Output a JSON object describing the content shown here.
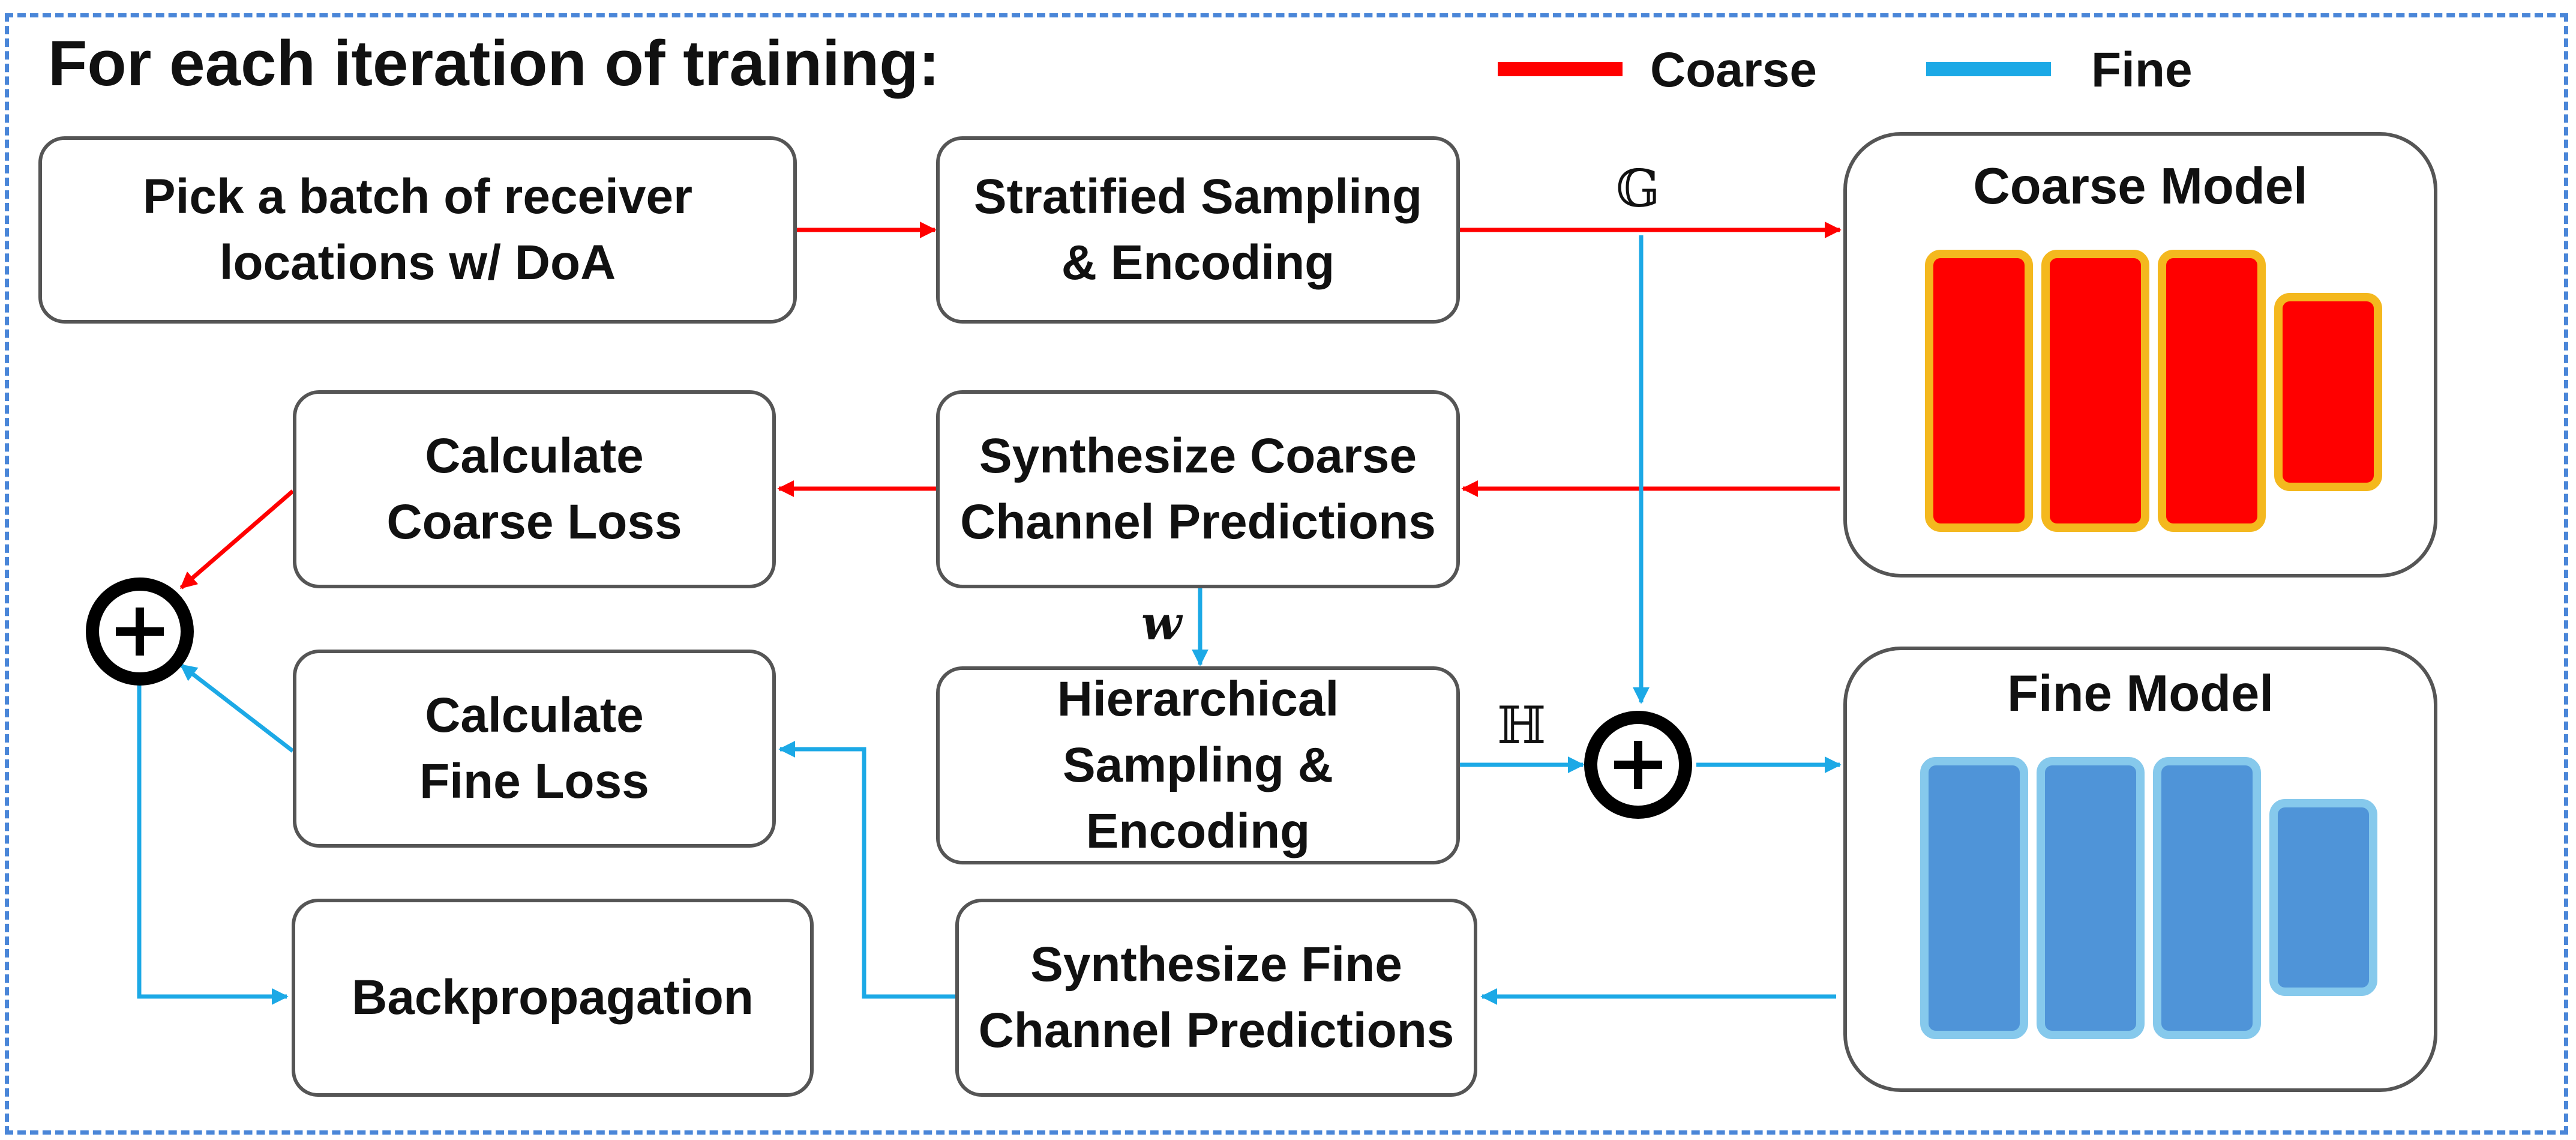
{
  "title": "For each iteration of training:",
  "legend": [
    {
      "label": "Coarse",
      "color": "#ff0000"
    },
    {
      "label": "Fine",
      "color": "#1ca9e6"
    }
  ],
  "boxes": {
    "pick_batch": "Pick a batch of receiver locations w/ DoA",
    "stratified": "Stratified Sampling & Encoding",
    "synth_coarse": "Synthesize Coarse Channel Predictions",
    "coarse_loss": "Calculate Coarse Loss",
    "hierarchical": "Hierarchical Sampling & Encoding",
    "fine_loss": "Calculate Fine Loss",
    "backprop": "Backpropagation",
    "synth_fine": "Synthesize Fine Channel Predictions"
  },
  "models": {
    "coarse": "Coarse Model",
    "fine": "Fine Model"
  },
  "symbols": {
    "g": "𝔾",
    "h": "ℍ",
    "w": "w"
  },
  "sum_icon": "circled-plus-icon"
}
